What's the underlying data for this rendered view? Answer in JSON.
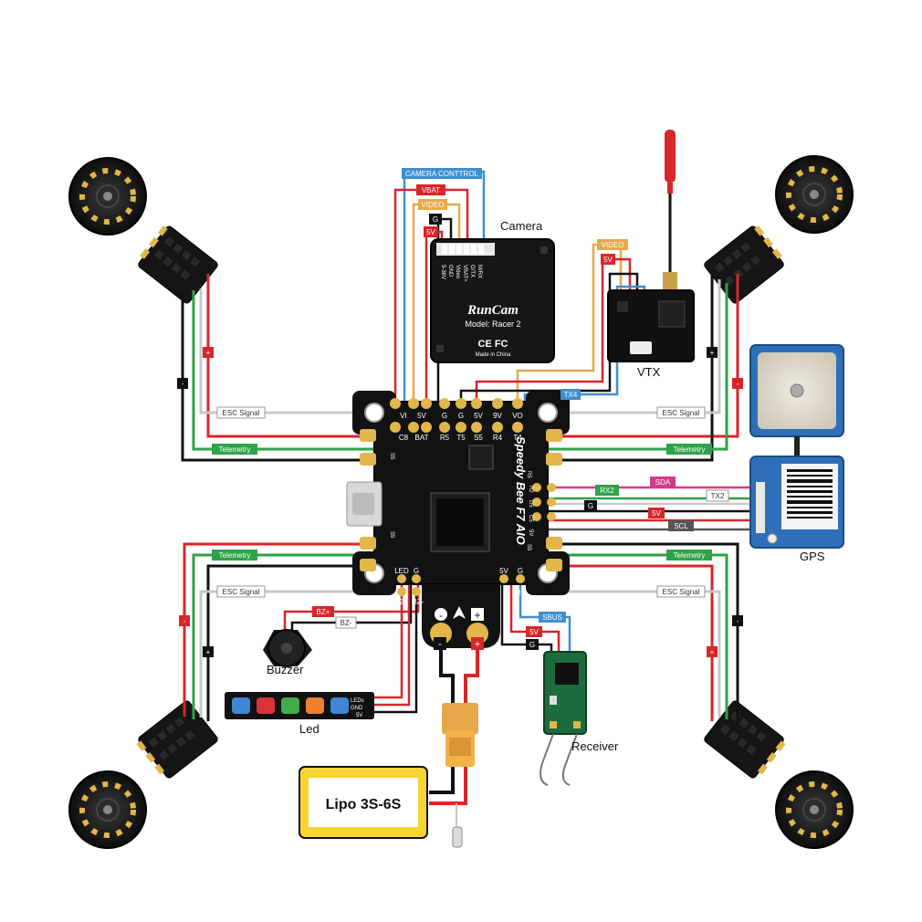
{
  "colors": {
    "red": "#d8262b",
    "black": "#111111",
    "white_wire": "#c8c8c8",
    "green": "#2fa24a",
    "orange": "#e6a84d",
    "blue": "#3d8fd0",
    "pink": "#d33a8a",
    "dark_gray": "#555555"
  },
  "components": {
    "camera": "Camera",
    "vtx": "VTX",
    "gps": "GPS",
    "receiver": "Receiver",
    "buzzer": "Buzzer",
    "led": "Led",
    "battery": "Lipo 3S-6S"
  },
  "camera_brand": "RunCam",
  "camera_model": "Model: Racer 2",
  "camera_cert": "CE FC",
  "camera_made": "Made in China",
  "camera_pins": [
    "5-36V",
    "GND",
    "Video",
    "VBAT+",
    "G/TX",
    "M/RX"
  ],
  "fc_name": "Speedy Bee F7 AIO",
  "wire_labels": {
    "camera_control": "CAMERA CONTTROL",
    "vbat": "VBAT",
    "video_cam": "VIDEO",
    "g_cam": "G",
    "v5_cam": "5V",
    "video_vtx": "VIDEO",
    "v5_vtx": "5V",
    "tx4": "TX4",
    "esc_signal": "ESC Signal",
    "telemetry": "Telemetry",
    "plus": "+",
    "minus": "-",
    "rx2": "RX2",
    "sda": "SDA",
    "tx2": "TX2",
    "g_gps": "G",
    "v5_gps": "5V",
    "scl": "SCL",
    "bz_plus": "BZ+",
    "bz_minus": "BZ-",
    "sbus": "SBUS",
    "v5_rx": "5V",
    "g_rx": "G"
  },
  "fc_pins_top": [
    "VI",
    "5V",
    "G",
    "G",
    "5V",
    "9V",
    "VO"
  ],
  "fc_pins_top2": [
    "C8",
    "BAT",
    "R5",
    "T5",
    "S5",
    "R4",
    "T4"
  ],
  "fc_pins_bottom_left": [
    "LED",
    "G",
    "BZ+",
    "BZ-"
  ],
  "fc_pins_bottom_right": [
    "5V",
    "G",
    "R1"
  ],
  "fc_pins_right": [
    "R2",
    "D5",
    "C5",
    "5V",
    "S5",
    "R5"
  ],
  "fc_side_pad": "S5",
  "led_pins": [
    "LEDs",
    "GND",
    "5V"
  ],
  "led_colors": [
    "#3f86d6",
    "#d9333a",
    "#3fae4f",
    "#ee7f2d",
    "#3f86d6"
  ]
}
